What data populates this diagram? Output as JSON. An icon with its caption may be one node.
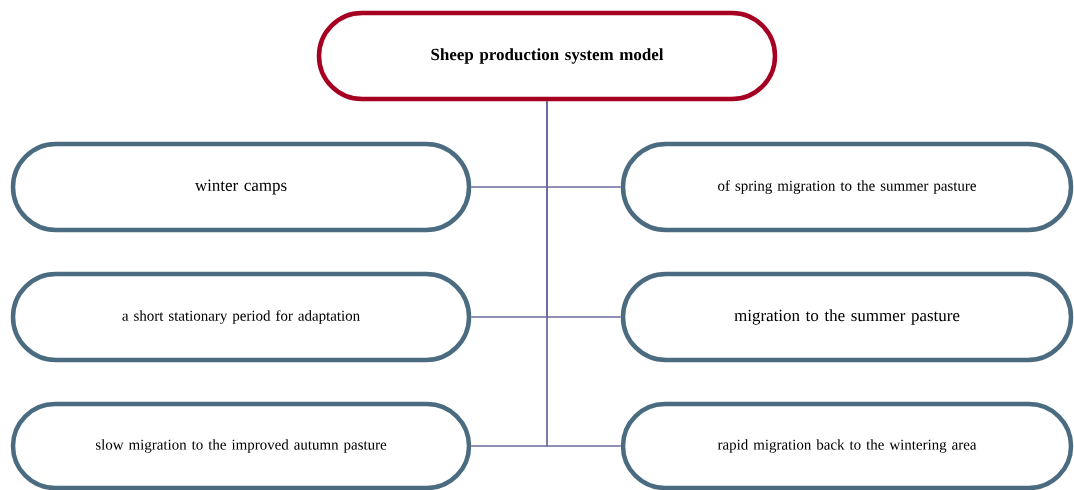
{
  "diagram": {
    "nodes": [
      {
        "text": [
          "Sheep production system model"
        ]
      },
      {
        "text": [
          "winter camps"
        ]
      },
      {
        "text": [
          "of spring migration to the summer pasture"
        ]
      },
      {
        "text": [
          "a short stationary period for adaptation"
        ]
      },
      {
        "text": [
          "migration to the summer pasture"
        ]
      },
      {
        "text": [
          "slow migration to the improved autumn pasture"
        ]
      },
      {
        "text": [
          "rapid migration back to the wintering area"
        ]
      }
    ],
    "edges": [
      {
        "from": 0,
        "to": 1,
        "arrow": "none"
      },
      {
        "from": 0,
        "to": 2,
        "arrow": "none"
      },
      {
        "from": 0,
        "to": 3,
        "arrow": "none"
      },
      {
        "from": 0,
        "to": 4,
        "arrow": "none"
      },
      {
        "from": 0,
        "to": 5,
        "arrow": "none"
      },
      {
        "from": 0,
        "to": 6,
        "arrow": "none"
      }
    ]
  }
}
